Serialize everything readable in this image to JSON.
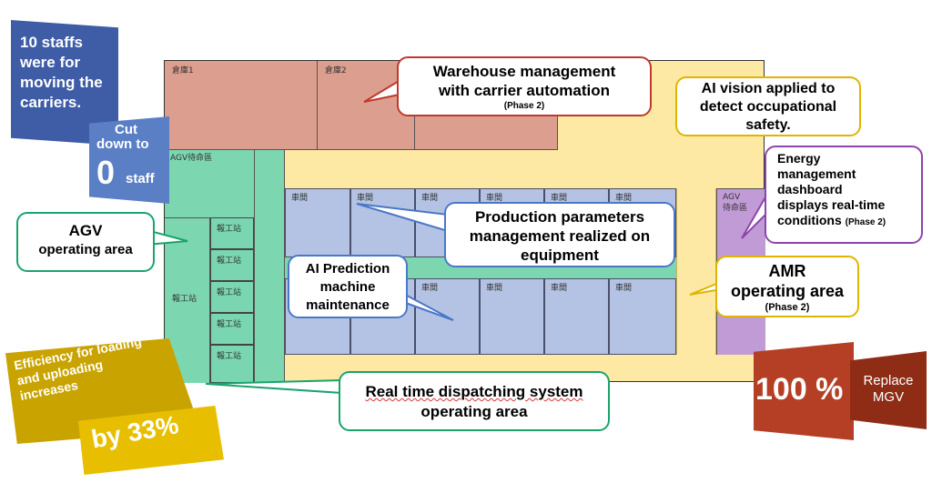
{
  "colors": {
    "warehouse": "#dc9e8e",
    "yellow_area": "#fde9a3",
    "agv_area": "#7cd7b1",
    "workshop": "#b4c3e3",
    "agv_standby_purple": "#c19bd6",
    "blue_banner": "#3e5da6",
    "gold_banner": "#c9a400",
    "red_banner": "#b53f24"
  },
  "floor_plan": {
    "warehouse_1": "倉庫1",
    "warehouse_2": "倉庫2",
    "agv_standby_left": "AGV待命區",
    "agv_standby_right_line1": "AGV",
    "agv_standby_right_line2": "待命區",
    "report_station_main": "報工站",
    "report_stations": [
      "報工站",
      "報工站",
      "報工站",
      "報工站",
      "報工站"
    ],
    "workshop_label": "車間"
  },
  "callouts": {
    "warehouse_mgmt": {
      "line1": "Warehouse management",
      "line2": "with carrier automation",
      "note": "(Phase 2)"
    },
    "ai_vision": {
      "line1": "AI vision applied to",
      "line2": "detect occupational",
      "line3": "safety."
    },
    "energy": {
      "line1": "Energy",
      "line2": "management",
      "line3": "dashboard",
      "line4": "displays real-time",
      "line5": "conditions",
      "note": "(Phase 2)"
    },
    "agv_area": {
      "line1": "AGV",
      "line2": "operating area"
    },
    "production_params": {
      "line1": "Production parameters",
      "line2": "management realized on",
      "line3": "equipment"
    },
    "ai_prediction": {
      "line1": "AI Prediction",
      "line2": "machine",
      "line3": "maintenance"
    },
    "amr_area": {
      "line1": "AMR",
      "line2": "operating area",
      "note": "(Phase 2)"
    },
    "dispatching": {
      "line1": "Real time dispatching system",
      "line2": "operating area"
    }
  },
  "banners": {
    "staffs": {
      "line1": "10 staffs",
      "line2": "were for",
      "line3": "moving the",
      "line4": "carriers."
    },
    "cut": {
      "line1": "Cut",
      "line2": "down to",
      "big": "0",
      "unit": "staff"
    },
    "efficiency": {
      "line1": "Efficiency for loading",
      "line2": "and uploading",
      "line3": "increases"
    },
    "by": {
      "text": "by 33%"
    },
    "percent": {
      "text": "100 %"
    },
    "replace": {
      "line1": "Replace",
      "line2": "MGV"
    }
  }
}
